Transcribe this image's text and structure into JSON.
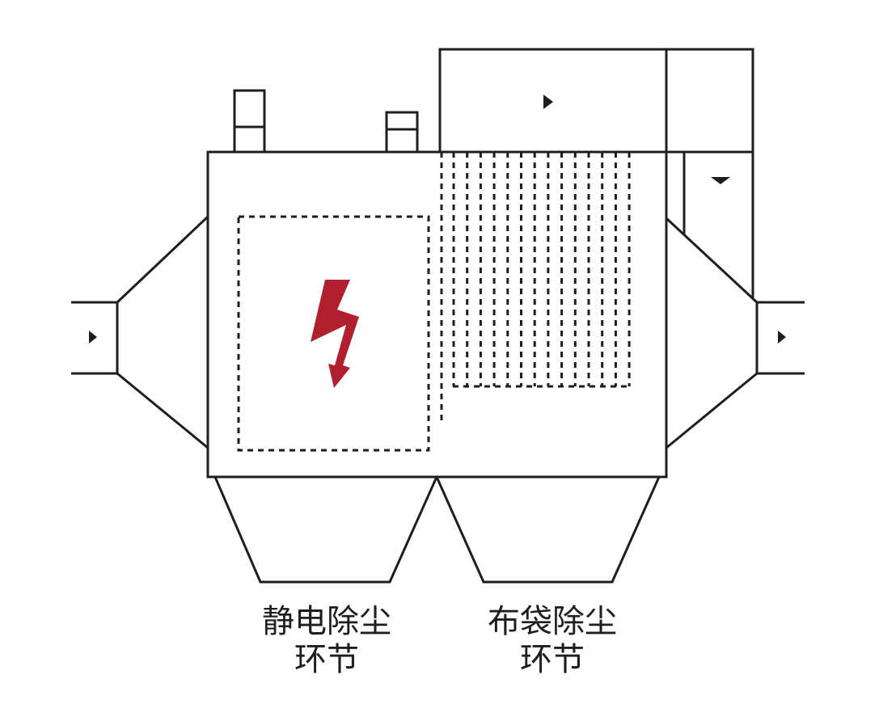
{
  "colors": {
    "line": "#1e1e1e",
    "lightning": "#b0202e",
    "background": "#ffffff"
  },
  "labels": {
    "esp_line1": "静电除尘",
    "esp_line2": "环节",
    "bag_line1": "布袋除尘",
    "bag_line2": "环节"
  },
  "icons": {
    "lightning": "high-voltage-lightning-icon",
    "flow_arrow": "flow-arrow-icon"
  }
}
